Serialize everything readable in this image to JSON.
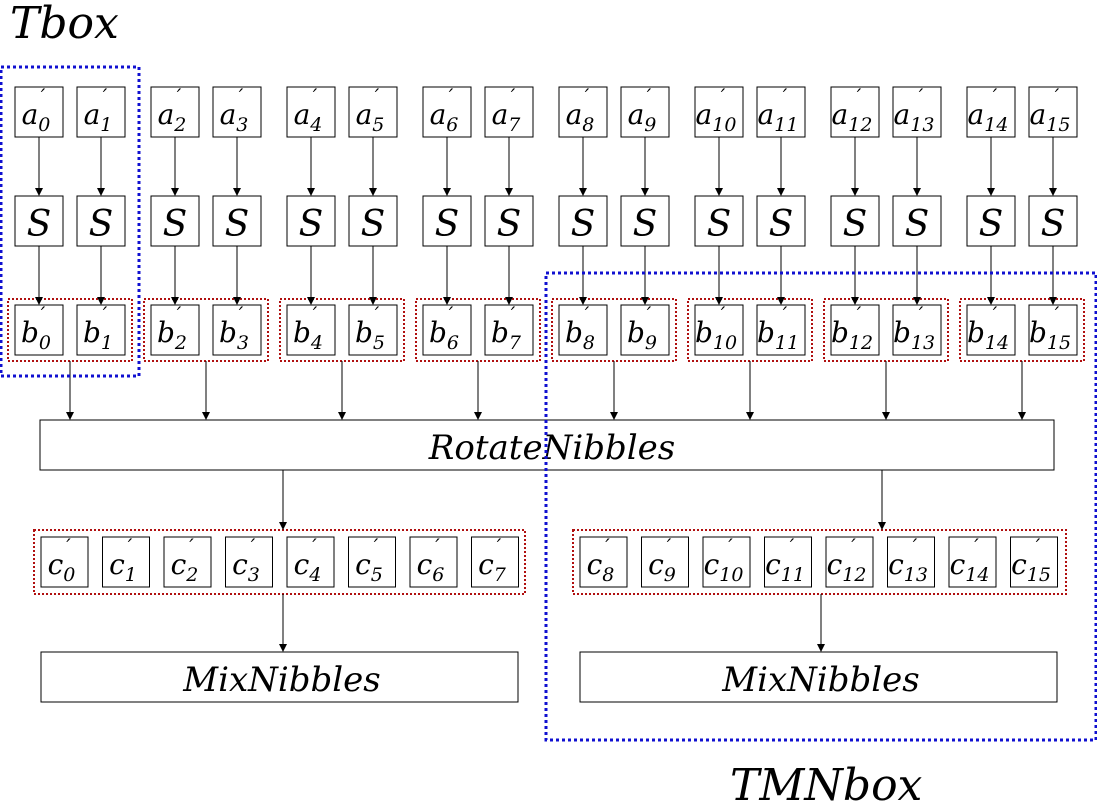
{
  "labels": {
    "tbox": "Tbox",
    "tmnbox": "TMNbox",
    "rotate": "RotateNibbles",
    "mix_left": "MixNibbles",
    "mix_right": "MixNibbles"
  },
  "a_inputs": [
    {
      "base": "a",
      "sub": "0",
      "prime": "′"
    },
    {
      "base": "a",
      "sub": "1",
      "prime": "′"
    },
    {
      "base": "a",
      "sub": "2",
      "prime": "′"
    },
    {
      "base": "a",
      "sub": "3",
      "prime": "′"
    },
    {
      "base": "a",
      "sub": "4",
      "prime": "′"
    },
    {
      "base": "a",
      "sub": "5",
      "prime": "′"
    },
    {
      "base": "a",
      "sub": "6",
      "prime": "′"
    },
    {
      "base": "a",
      "sub": "7",
      "prime": "′"
    },
    {
      "base": "a",
      "sub": "8",
      "prime": "′"
    },
    {
      "base": "a",
      "sub": "9",
      "prime": "′"
    },
    {
      "base": "a",
      "sub": "10",
      "prime": "′"
    },
    {
      "base": "a",
      "sub": "11",
      "prime": "′"
    },
    {
      "base": "a",
      "sub": "12",
      "prime": "′"
    },
    {
      "base": "a",
      "sub": "13",
      "prime": "′"
    },
    {
      "base": "a",
      "sub": "14",
      "prime": "′"
    },
    {
      "base": "a",
      "sub": "15",
      "prime": "′"
    }
  ],
  "s_label": "S",
  "b_outputs": [
    {
      "base": "b",
      "sub": "0",
      "prime": "′"
    },
    {
      "base": "b",
      "sub": "1",
      "prime": "′"
    },
    {
      "base": "b",
      "sub": "2",
      "prime": "′"
    },
    {
      "base": "b",
      "sub": "3",
      "prime": "′"
    },
    {
      "base": "b",
      "sub": "4",
      "prime": "′"
    },
    {
      "base": "b",
      "sub": "5",
      "prime": "′"
    },
    {
      "base": "b",
      "sub": "6",
      "prime": "′"
    },
    {
      "base": "b",
      "sub": "7",
      "prime": "′"
    },
    {
      "base": "b",
      "sub": "8",
      "prime": "′"
    },
    {
      "base": "b",
      "sub": "9",
      "prime": "′"
    },
    {
      "base": "b",
      "sub": "10",
      "prime": "′"
    },
    {
      "base": "b",
      "sub": "11",
      "prime": "′"
    },
    {
      "base": "b",
      "sub": "12",
      "prime": "′"
    },
    {
      "base": "b",
      "sub": "13",
      "prime": "′"
    },
    {
      "base": "b",
      "sub": "14",
      "prime": "′"
    },
    {
      "base": "b",
      "sub": "15",
      "prime": "′"
    }
  ],
  "c_outputs": [
    {
      "base": "c",
      "sub": "0",
      "prime": "′"
    },
    {
      "base": "c",
      "sub": "1",
      "prime": "′"
    },
    {
      "base": "c",
      "sub": "2",
      "prime": "′"
    },
    {
      "base": "c",
      "sub": "3",
      "prime": "′"
    },
    {
      "base": "c",
      "sub": "4",
      "prime": "′"
    },
    {
      "base": "c",
      "sub": "5",
      "prime": "′"
    },
    {
      "base": "c",
      "sub": "6",
      "prime": "′"
    },
    {
      "base": "c",
      "sub": "7",
      "prime": "′"
    },
    {
      "base": "c",
      "sub": "8",
      "prime": "′"
    },
    {
      "base": "c",
      "sub": "9",
      "prime": "′"
    },
    {
      "base": "c",
      "sub": "10",
      "prime": "′"
    },
    {
      "base": "c",
      "sub": "11",
      "prime": "′"
    },
    {
      "base": "c",
      "sub": "12",
      "prime": "′"
    },
    {
      "base": "c",
      "sub": "13",
      "prime": "′"
    },
    {
      "base": "c",
      "sub": "14",
      "prime": "′"
    },
    {
      "base": "c",
      "sub": "15",
      "prime": "′"
    }
  ]
}
